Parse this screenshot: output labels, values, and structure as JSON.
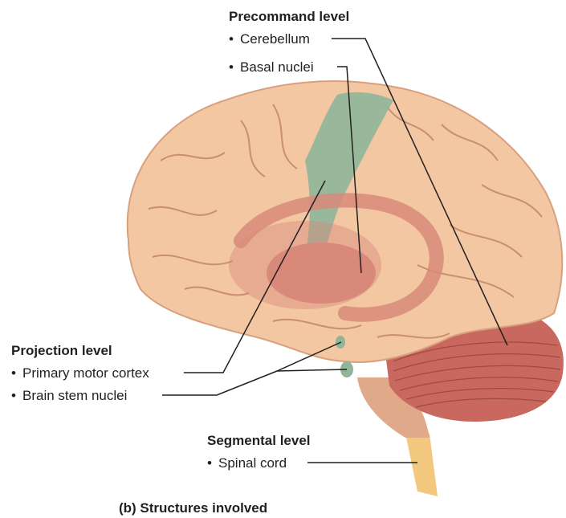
{
  "groups": {
    "precommand": {
      "heading": "Precommand level",
      "items": [
        "Cerebellum",
        "Basal nuclei"
      ]
    },
    "projection": {
      "heading": "Projection level",
      "items": [
        "Primary motor cortex",
        "Brain stem nuclei"
      ]
    },
    "segmental": {
      "heading": "Segmental level",
      "items": [
        "Spinal cord"
      ]
    }
  },
  "bullet": "•",
  "caption": "(b) Structures involved",
  "colors": {
    "brain": "#f2c7a2",
    "brain_shadow": "#d9a07f",
    "sulci": "#c98f6e",
    "motor_cortex": "#8fb59a",
    "basal_nuclei": "#d8897a",
    "cerebellum": "#c9685e",
    "brain_stem": "#e0a98a",
    "spinal_cord": "#f2c77e",
    "leader_lines": "#231f20"
  }
}
